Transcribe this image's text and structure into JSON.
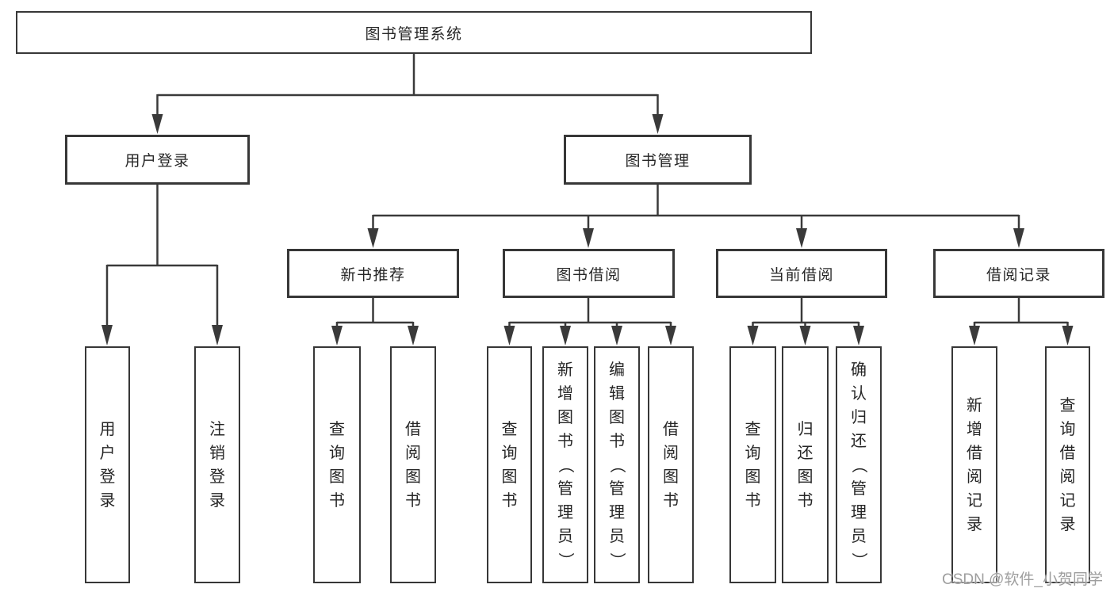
{
  "diagram": {
    "title": "图书管理系统",
    "root": {
      "label": "图书管理系统"
    },
    "branches": [
      {
        "label": "用户登录",
        "children": [
          {
            "label": "用户登录"
          },
          {
            "label": "注销登录"
          }
        ]
      },
      {
        "label": "图书管理",
        "children": [
          {
            "label": "新书推荐",
            "children": [
              {
                "label": "查询图书"
              },
              {
                "label": "借阅图书"
              }
            ]
          },
          {
            "label": "图书借阅",
            "children": [
              {
                "label": "查询图书"
              },
              {
                "label": "新增图书（管理员）"
              },
              {
                "label": "编辑图书（管理员）"
              },
              {
                "label": "借阅图书"
              }
            ]
          },
          {
            "label": "当前借阅",
            "children": [
              {
                "label": "查询图书"
              },
              {
                "label": "归还图书"
              },
              {
                "label": "确认归还（管理员）"
              }
            ]
          },
          {
            "label": "借阅记录",
            "children": [
              {
                "label": "新增借阅记录"
              },
              {
                "label": "查询借阅记录"
              }
            ]
          }
        ]
      }
    ]
  },
  "watermark": "CSDN @软件_小贺同学",
  "colors": {
    "line": "#3a3a3a",
    "box_border": "#373737",
    "text": "#262626",
    "watermark": "#9e9e9e",
    "background": "#ffffff"
  }
}
